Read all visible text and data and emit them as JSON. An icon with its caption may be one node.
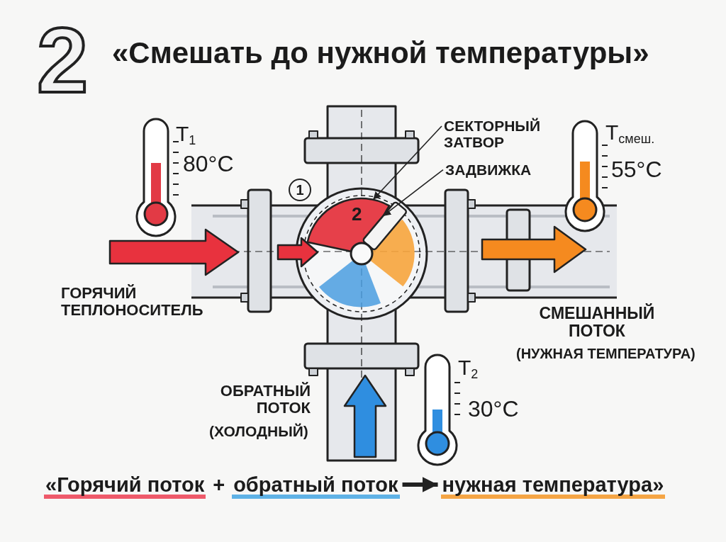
{
  "diagram": {
    "title": "«Смешать до нужной температуры»",
    "nodes": [
      {
        "text": [
          "СЕКТОРНЫЙ ЗАТВОР"
        ]
      },
      {
        "text": [
          "ЗАДВИЖКА"
        ]
      },
      {
        "text": [],
        "shape": "wedge"
      },
      {
        "text": [],
        "shape": "bar"
      },
      {
        "text": [
          "«Горячий поток"
        ]
      },
      {
        "text": [
          "обратный поток"
        ]
      },
      {
        "text": [
          "нужная температура»"
        ]
      }
    ],
    "edges": [
      {
        "from": 0,
        "to": 2,
        "arrow": "to"
      },
      {
        "from": 1,
        "to": 3,
        "arrow": "to"
      },
      {
        "from": 5,
        "to": 6,
        "arrow": "to",
        "style": "thick"
      }
    ],
    "labels": [
      "2",
      "T$_{1}$",
      "80°C",
      "T$_{смеш.}$",
      "55°C",
      "1",
      "2",
      "ГОРЯЧИЙ ТЕПЛОНОСИТЕЛЬ",
      "СМЕШАННЫЙ ПОТОК",
      "(НУЖНАЯ ТЕМПЕРАТУРА)",
      "ОБРАТНЫЙ ПОТОК",
      "(ХОЛОДНЫЙ)",
      "T$_{2}$",
      "30°C",
      "+"
    ]
  }
}
